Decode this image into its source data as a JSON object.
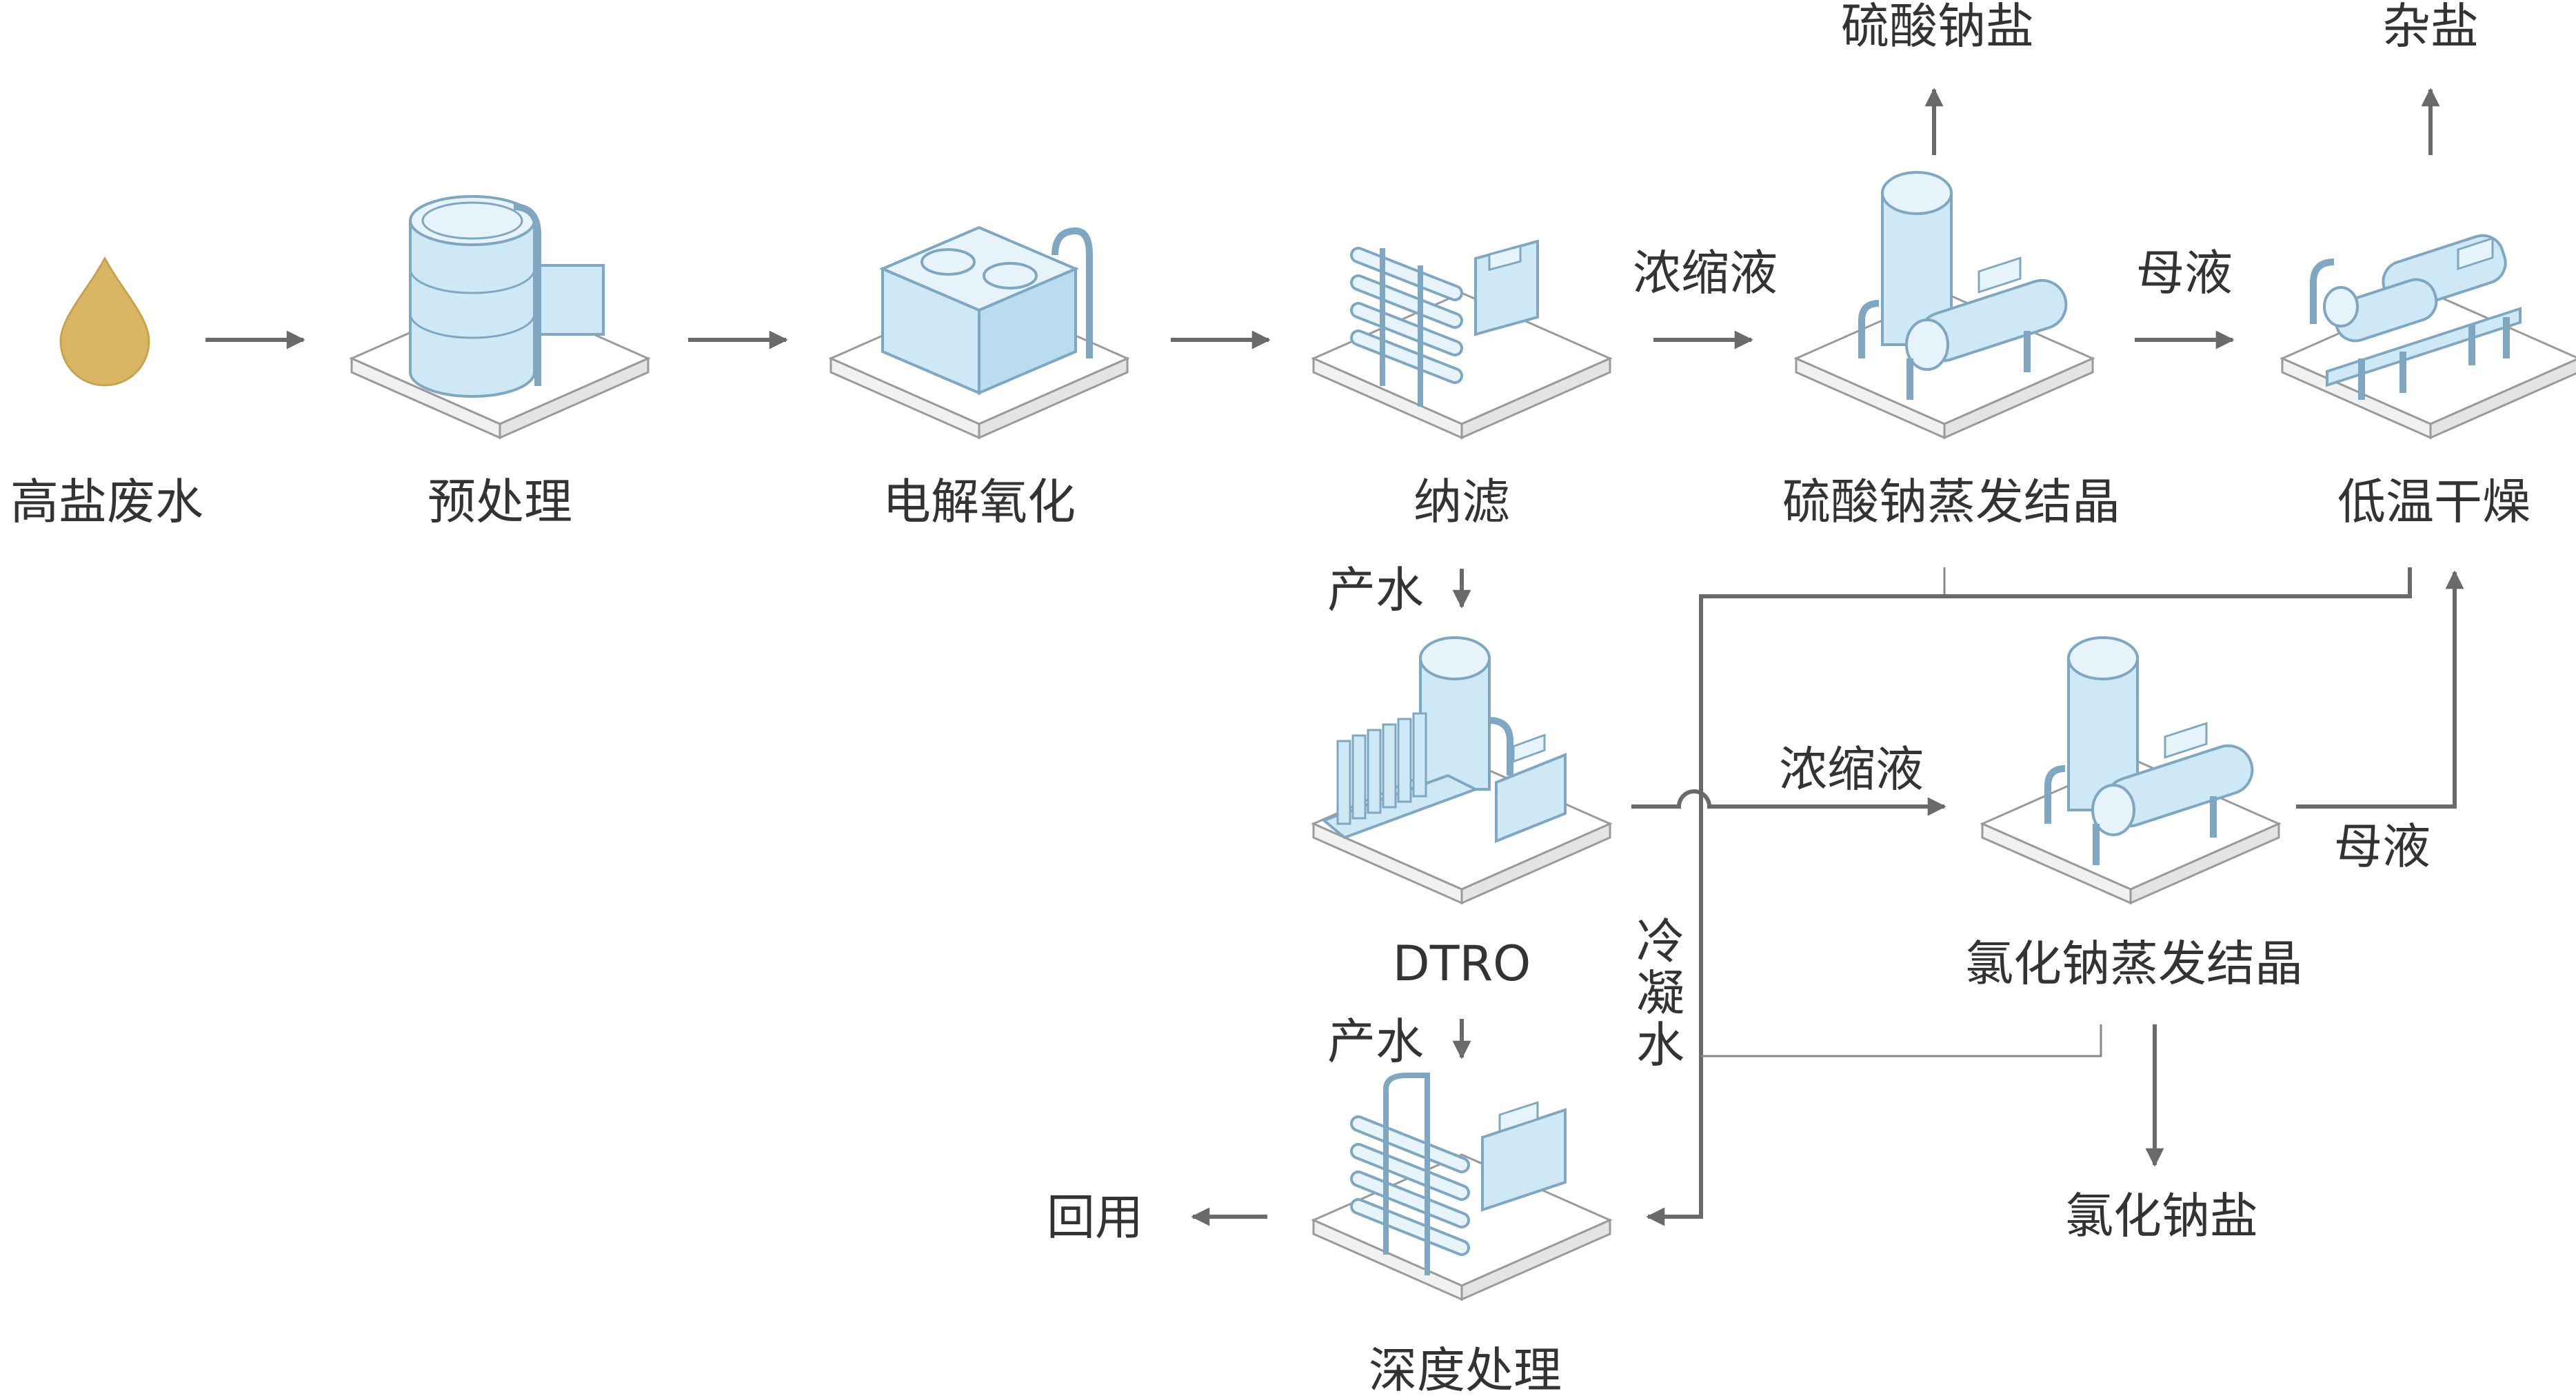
{
  "colors": {
    "equipment_fill": "#cfe8f6",
    "equipment_stroke": "#7fa7c2",
    "platform_fill": "#ffffff",
    "platform_stroke": "#9a9a9a",
    "arrow": "#6a6a6a",
    "drop": "#d9b566",
    "text": "#333333"
  },
  "stages": {
    "raw_water": "高盐废水",
    "pretreatment": "预处理",
    "electrolytic_oxidation": "电解氧化",
    "nanofiltration": "纳滤",
    "sulfate_evaporation": "硫酸钠蒸发结晶",
    "low_temp_drying": "低温干燥",
    "dtro": "DTRO",
    "chloride_evaporation": "氯化钠蒸发结晶",
    "deep_treatment": "深度处理"
  },
  "outputs": {
    "sodium_sulfate_salt": "硫酸钠盐",
    "mixed_salt": "杂盐",
    "sodium_chloride_salt": "氯化钠盐",
    "reuse": "回用"
  },
  "flows": {
    "concentrate_1": "浓缩液",
    "mother_liquor_1": "母液",
    "permeate_1": "产水",
    "concentrate_2": "浓缩液",
    "mother_liquor_2": "母液",
    "permeate_2": "产水",
    "condensate_line1": "冷",
    "condensate_line2": "凝",
    "condensate_line3": "水"
  }
}
